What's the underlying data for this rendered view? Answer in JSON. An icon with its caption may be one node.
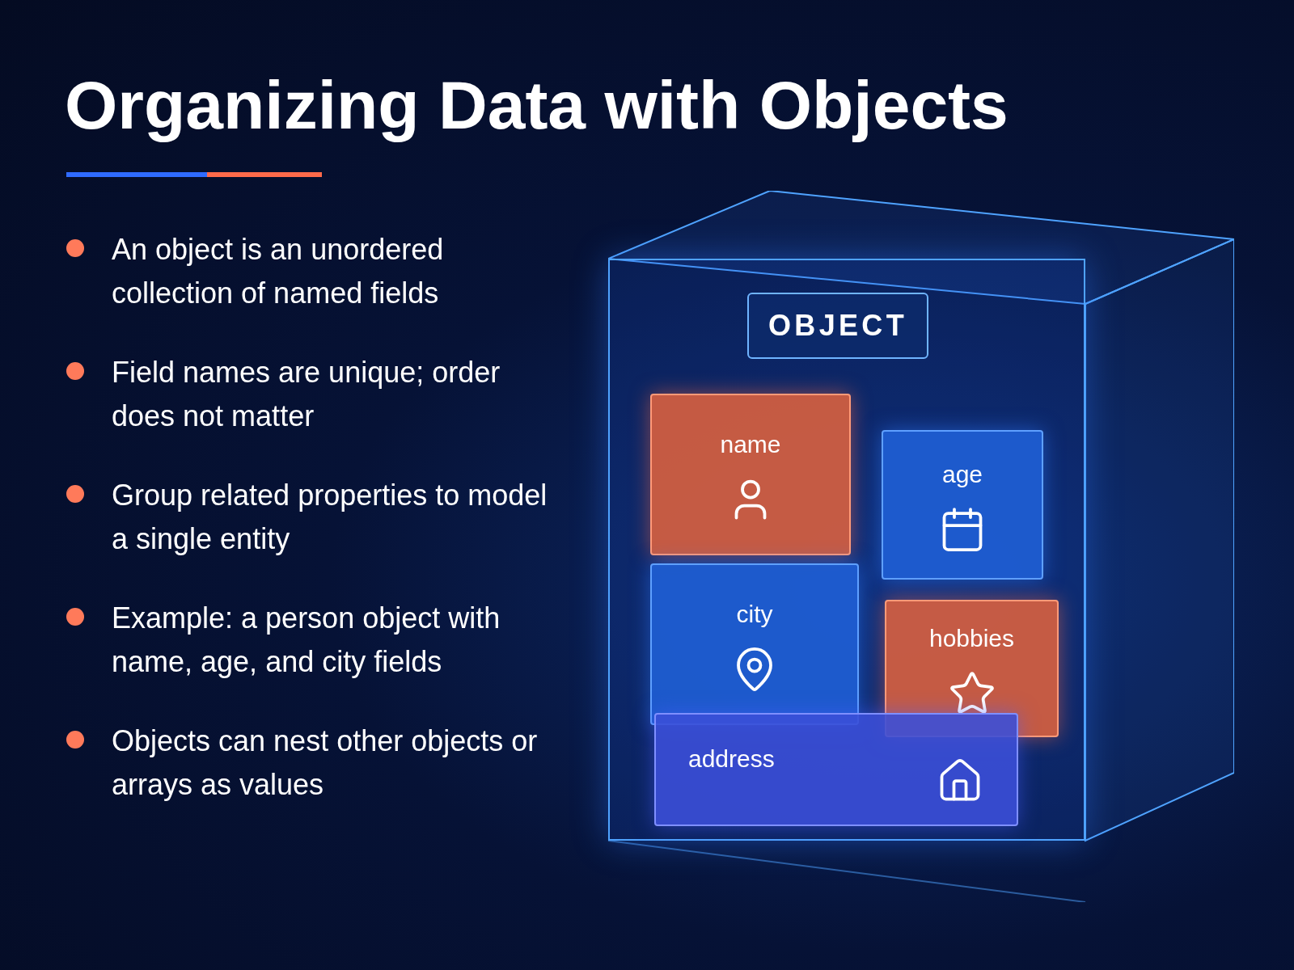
{
  "diagram": {
    "title": "Organizing Data with Objects",
    "nodes": [
      {
        "text": [
          "OBJECT"
        ]
      },
      {
        "text": [
          "name"
        ],
        "in": 0
      },
      {
        "text": [
          "age"
        ],
        "in": 0
      },
      {
        "text": [
          "city"
        ],
        "in": 0
      },
      {
        "text": [
          "hobbies"
        ],
        "in": 0
      },
      {
        "text": [
          "address"
        ],
        "in": 0
      }
    ],
    "labels": [
      "An object is an unordered collection of named fields",
      "Field names are unique; order does not matter",
      "Group related properties to model a single entity",
      "Example: a person object with name, age, and city fields",
      "Objects can nest other objects or arrays as values"
    ]
  }
}
